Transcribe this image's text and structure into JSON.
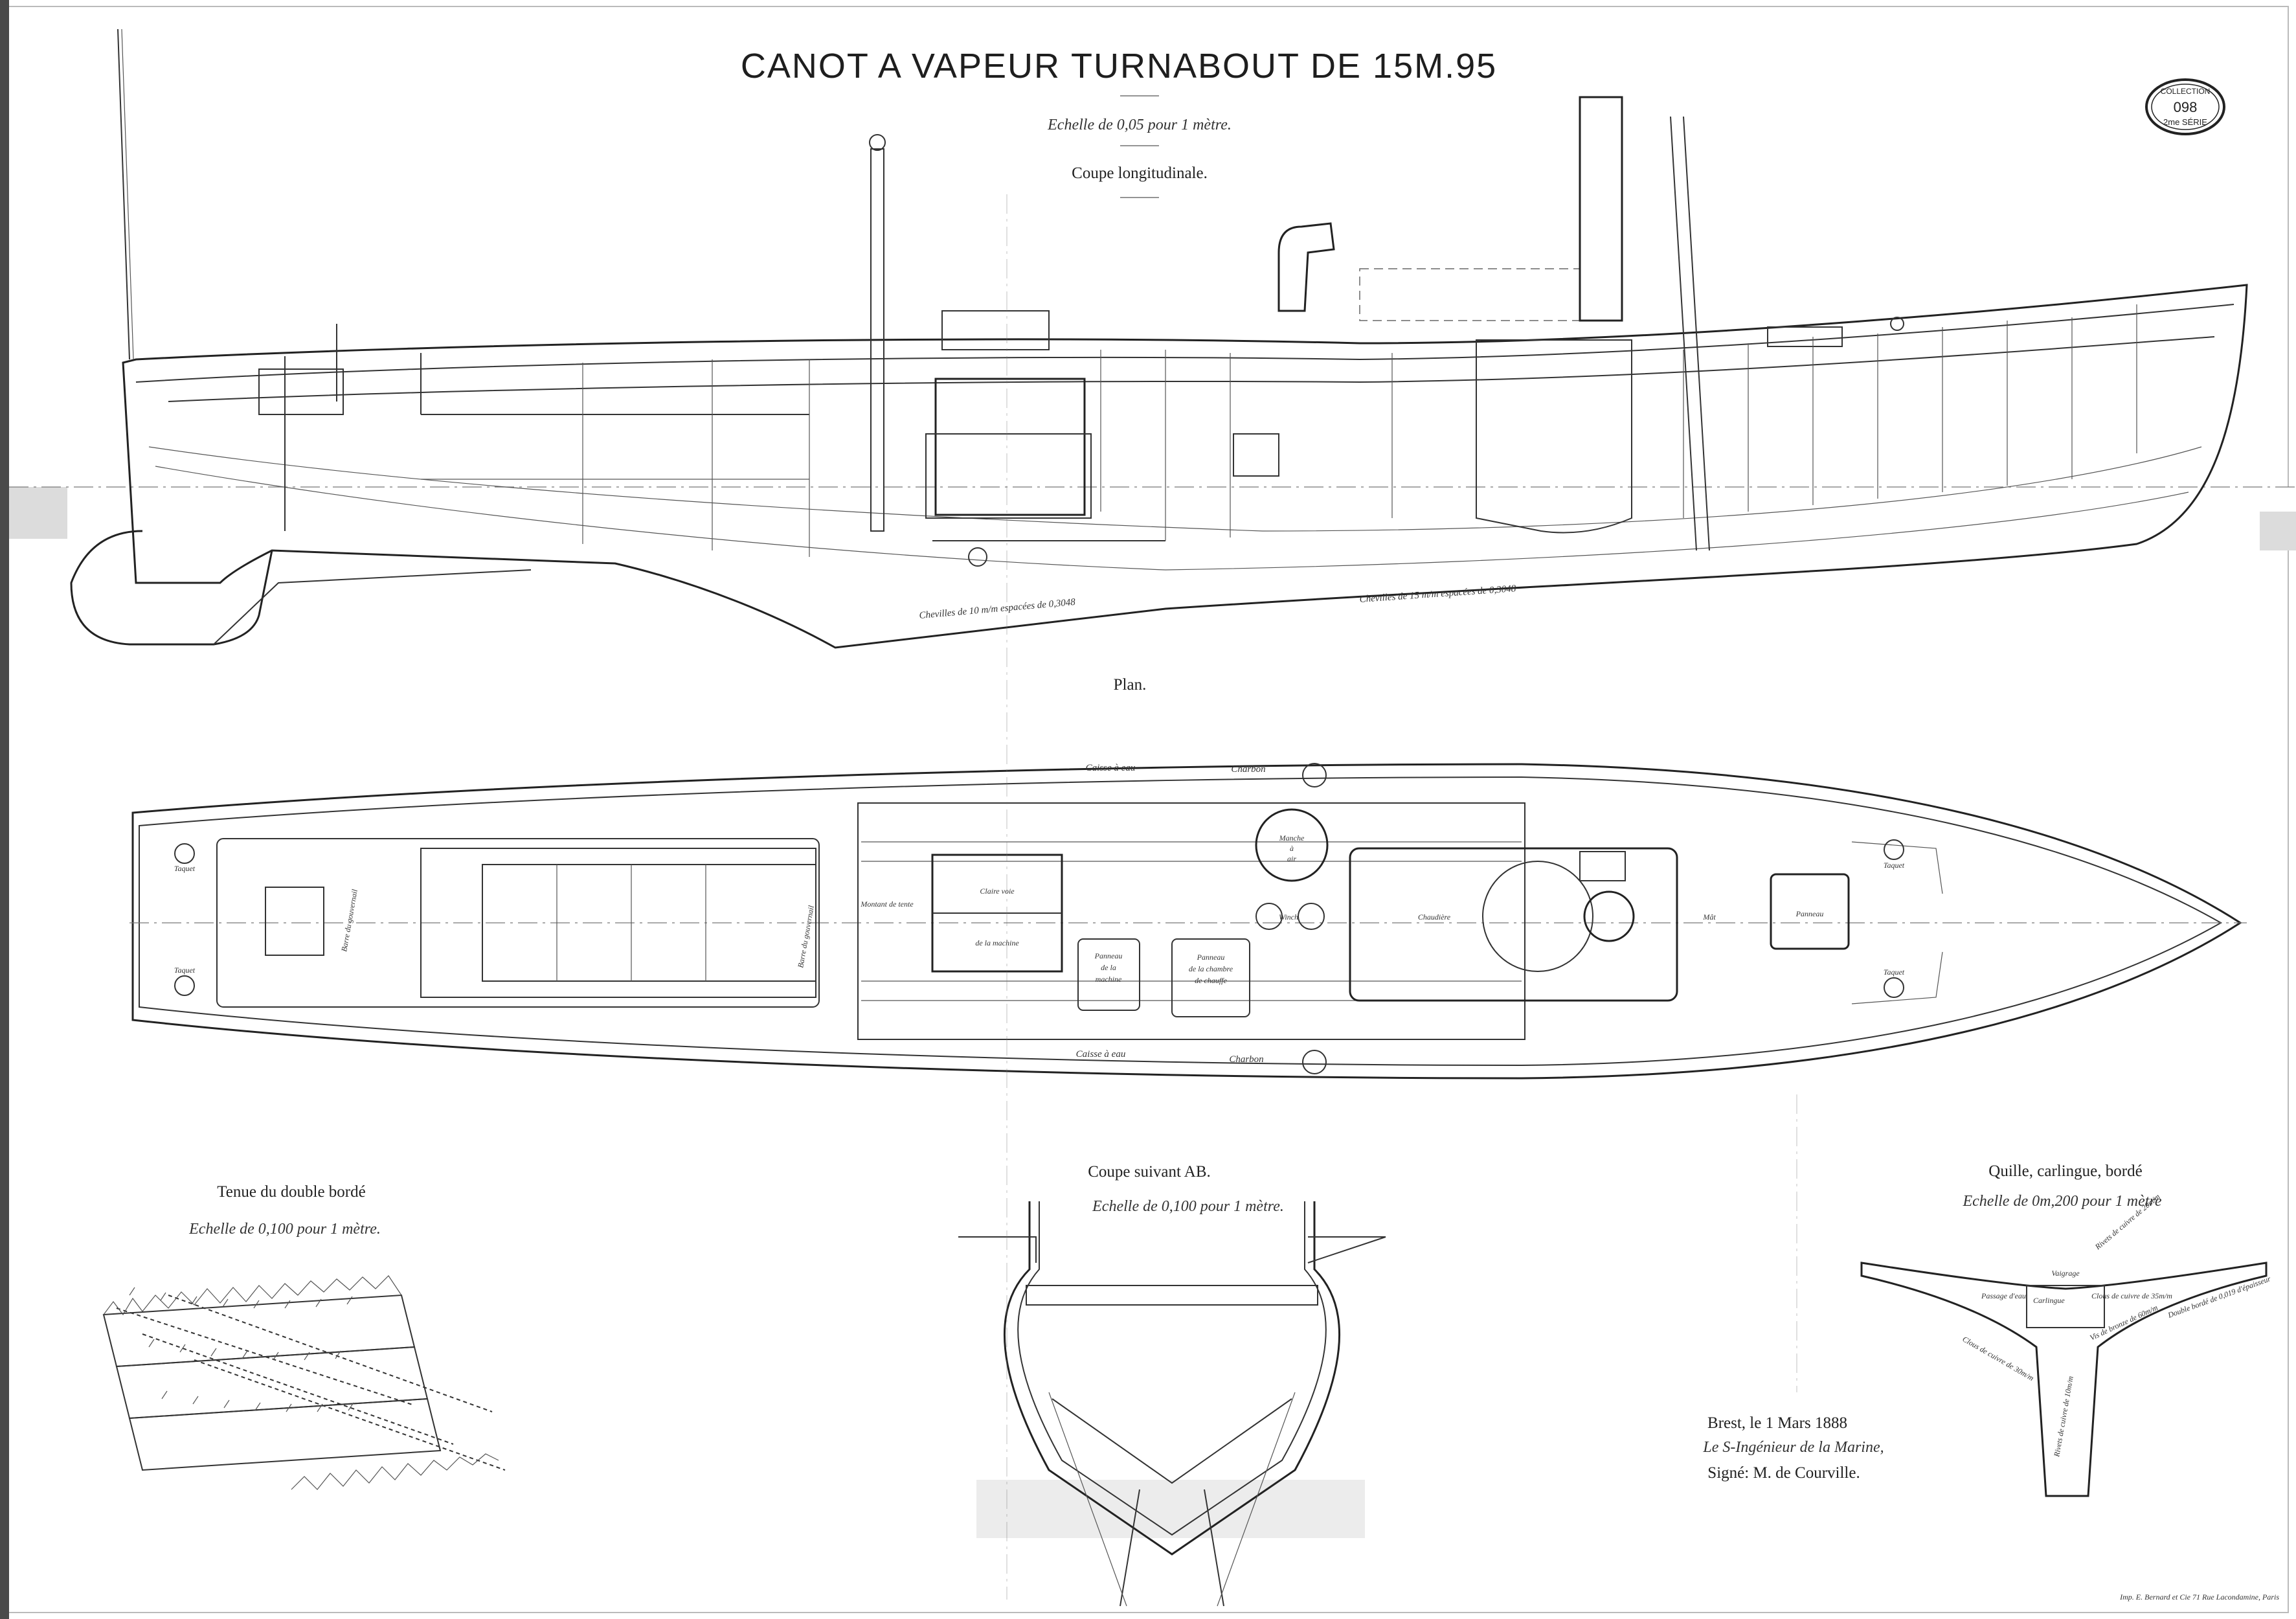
{
  "title": "CANOT A VAPEUR TURNABOUT DE 15M.95",
  "scale_main": "Echelle de 0,05 pour 1 mètre.",
  "section_longitudinal": "Coupe longitudinale.",
  "stamp": {
    "line1": "COLLECTION",
    "number": "098",
    "line2": "2me SÉRIE"
  },
  "longitudinal_labels": {
    "bolts_left": "Chevilles de 10 m/m espacées de 0,3048",
    "bolts_right": "Chevilles de 15 m/m espacées de 0,3048"
  },
  "plan": {
    "title": "Plan.",
    "labels": {
      "caisse_top": "Caisse à eau",
      "charbon_top": "Charbon",
      "caisse_bottom": "Caisse à eau",
      "charbon_bottom": "Charbon",
      "taquet_left_top": "Taquet",
      "taquet_left_bottom": "Taquet",
      "taquet_right_top": "Taquet",
      "taquet_right_bottom": "Taquet",
      "barre": "Barre du gouvernail",
      "barre2": "Barre du gouvernail",
      "montant": "Montant de tente",
      "claire_voie_1": "Claire voie",
      "claire_voie_2": "de la machine",
      "panneau_machine_1": "Panneau",
      "panneau_machine_2": "de la",
      "panneau_machine_3": "machine",
      "panneau_chauffe_1": "Panneau",
      "panneau_chauffe_2": "de la chambre",
      "panneau_chauffe_3": "de chauffe",
      "manche_1": "Manche",
      "manche_2": "à",
      "manche_3": "air",
      "chaudiere": "Chaudière",
      "mat": "Mât",
      "panneau_avant": "Panneau",
      "winch": "Winch"
    }
  },
  "tenue": {
    "title": "Tenue du double bordé",
    "scale": "Echelle de 0,100 pour 1 mètre."
  },
  "coupe_ab": {
    "title": "Coupe suivant AB.",
    "scale": "Echelle de 0,100 pour 1 mètre."
  },
  "quille": {
    "title": "Quille, carlingue, bordé",
    "scale": "Echelle de 0m,200 pour 1 mètre",
    "labels": {
      "vaigrage": "Vaigrage",
      "passage": "Passage d'eau",
      "carlingue": "Carlingue",
      "rivets1": "Rivets de cuivre de 20m/m",
      "rivets2": "Rivets de cuivre de 10m/m",
      "clous1": "Clous de cuivre de 35m/m",
      "clous2": "Clous de cuivre de 30m/m",
      "vis": "Vis de bronze de 60m/m",
      "double_bord": "Double bordé de 0,019 d'épaisseur"
    }
  },
  "signature": {
    "place_date": "Brest, le 1 Mars 1888",
    "role": "Le S-Ingénieur de la Marine,",
    "signed": "Signé: M. de Courville."
  },
  "imprint": "Imp. E. Bernard et Cie 71 Rue Lacondamine, Paris"
}
